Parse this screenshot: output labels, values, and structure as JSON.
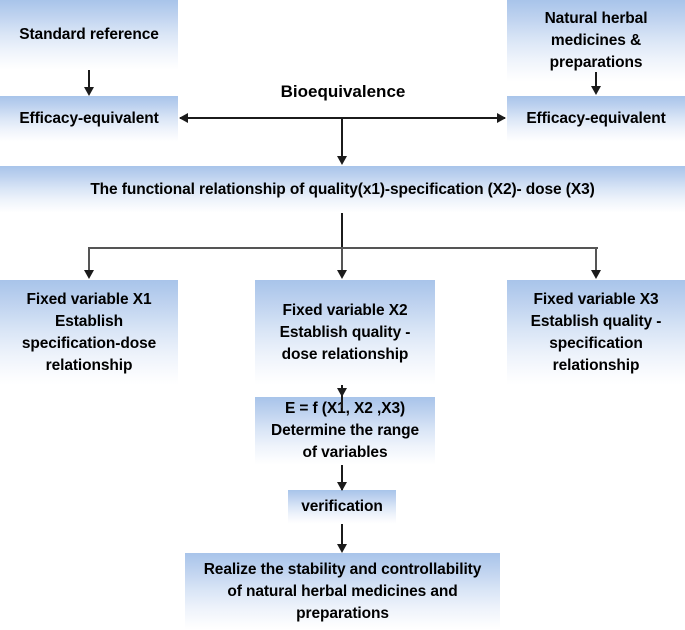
{
  "diagram": {
    "title_label": "Bioequivalence",
    "nodes": {
      "standard_reference": {
        "lines": [
          "Standard reference"
        ]
      },
      "natural_herbal": {
        "lines": [
          "Natural herbal",
          "medicines &",
          "preparations"
        ]
      },
      "efficacy_left": {
        "lines": [
          "Efficacy-equivalent"
        ]
      },
      "efficacy_right": {
        "lines": [
          "Efficacy-equivalent"
        ]
      },
      "functional_relationship": {
        "lines": [
          "The functional relationship of quality(x1)-specification (X2)- dose (X3)"
        ]
      },
      "fixed_x1": {
        "lines": [
          "Fixed variable X1",
          "Establish",
          "specification-dose",
          "relationship"
        ]
      },
      "fixed_x2": {
        "lines": [
          "Fixed variable X2",
          "Establish quality -",
          "dose relationship"
        ]
      },
      "fixed_x3": {
        "lines": [
          "Fixed variable X3",
          "Establish quality -",
          "specification",
          "relationship"
        ]
      },
      "equation": {
        "lines": [
          "E = f (X1, X2 ,X3)",
          "Determine the range",
          "of variables"
        ]
      },
      "verification": {
        "lines": [
          "verification"
        ]
      },
      "realize": {
        "lines": [
          "Realize the stability and controllability",
          "of natural herbal medicines and",
          "preparations"
        ]
      }
    },
    "colors": {
      "box_gradient_top": "#a8c4ea",
      "box_gradient_bottom": "#ffffff",
      "connector": "#1b1b1b",
      "branch_bar": "#555555",
      "text": "#000000",
      "background": "#ffffff"
    }
  }
}
